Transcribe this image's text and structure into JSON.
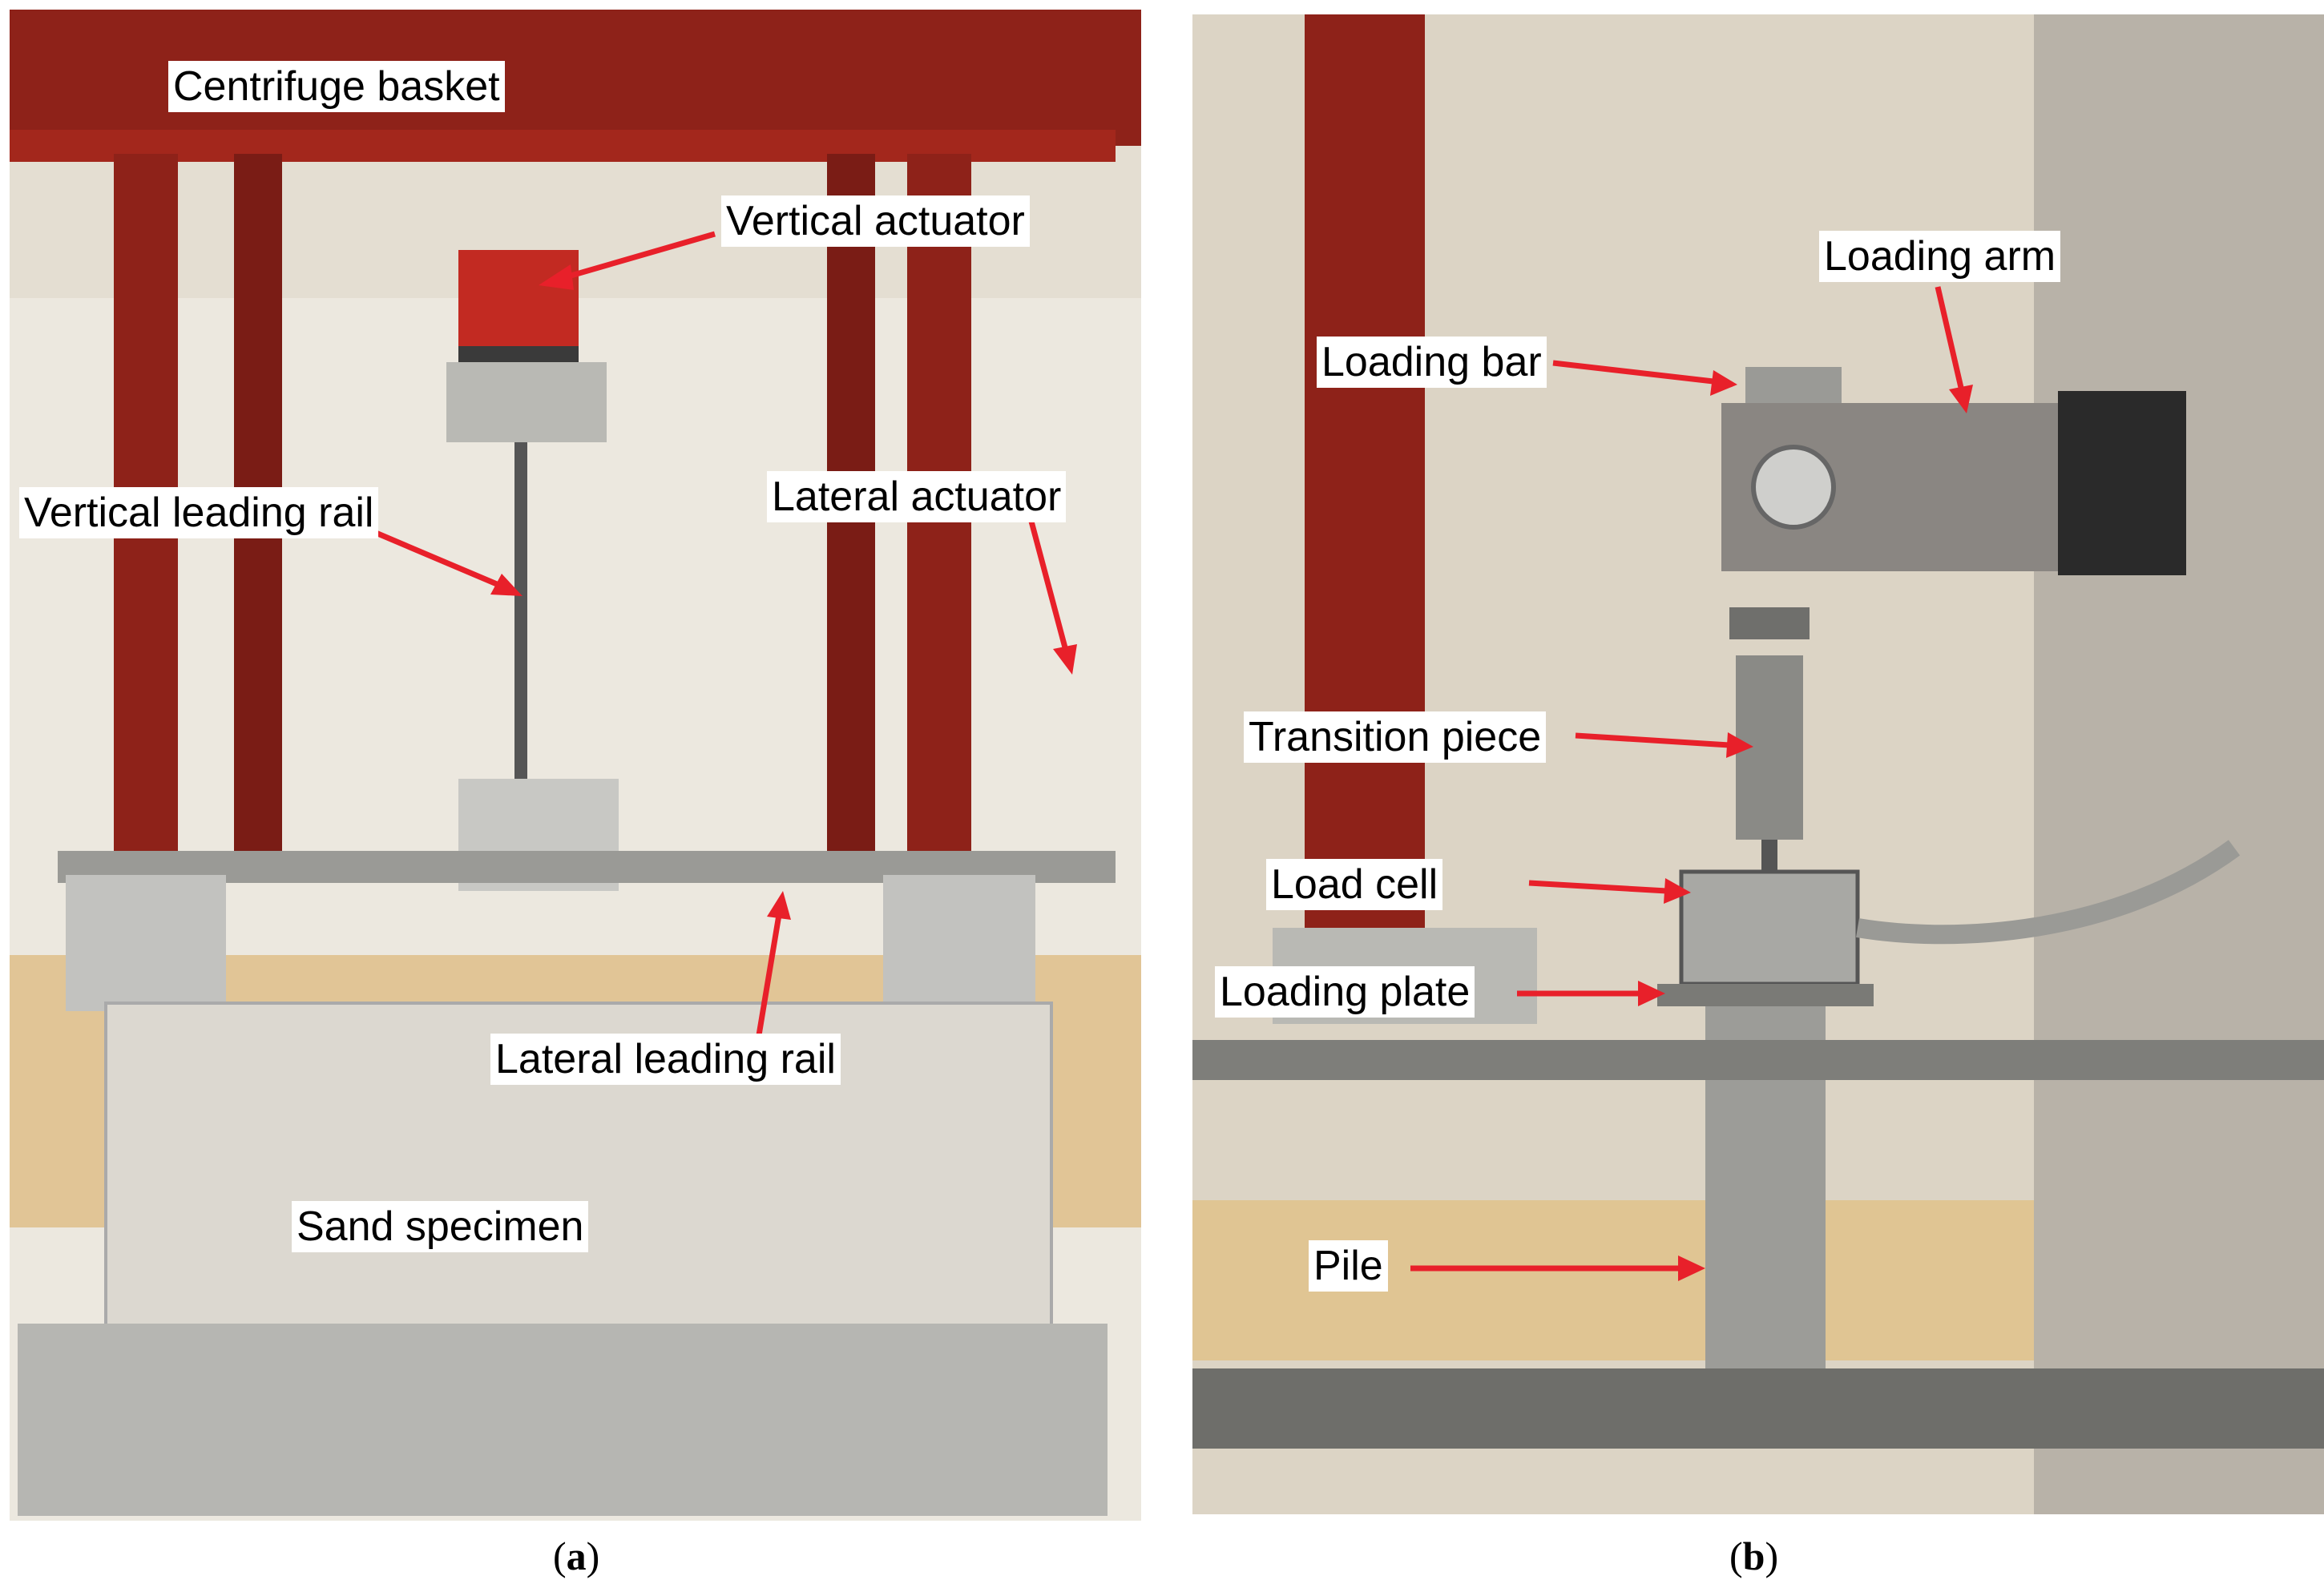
{
  "panel_a": {
    "caption_letter": "a",
    "labels": {
      "centrifuge_basket": "Centrifuge basket",
      "vertical_actuator": "Vertical actuator",
      "vertical_leading_rail": "Vertical leading rail",
      "lateral_actuator": "Lateral actuator",
      "lateral_leading_rail": "Lateral leading rail",
      "sand_specimen": "Sand specimen"
    }
  },
  "panel_b": {
    "caption_letter": "b",
    "labels": {
      "loading_arm": "Loading arm",
      "loading_bar": "Loading bar",
      "transition_piece": "Transition piece",
      "load_cell": "Load cell",
      "loading_plate": "Loading plate",
      "pile": "Pile"
    }
  },
  "colors": {
    "arrow": "#e8202a",
    "frame_red": "#8e2219",
    "label_bg": "#ffffff"
  }
}
